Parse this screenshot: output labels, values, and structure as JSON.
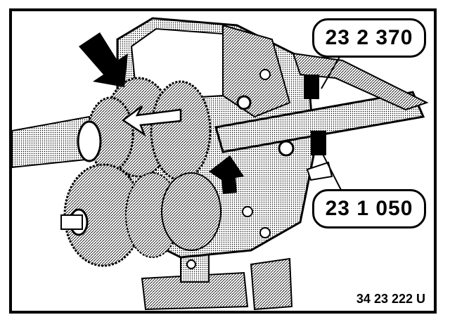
{
  "callouts": {
    "top": "23 2 370",
    "bottom": "23 1 050"
  },
  "figure_number": "34 23 222 U",
  "colors": {
    "ink": "#000000",
    "paper": "#ffffff",
    "shade": "#b0b0b0"
  }
}
